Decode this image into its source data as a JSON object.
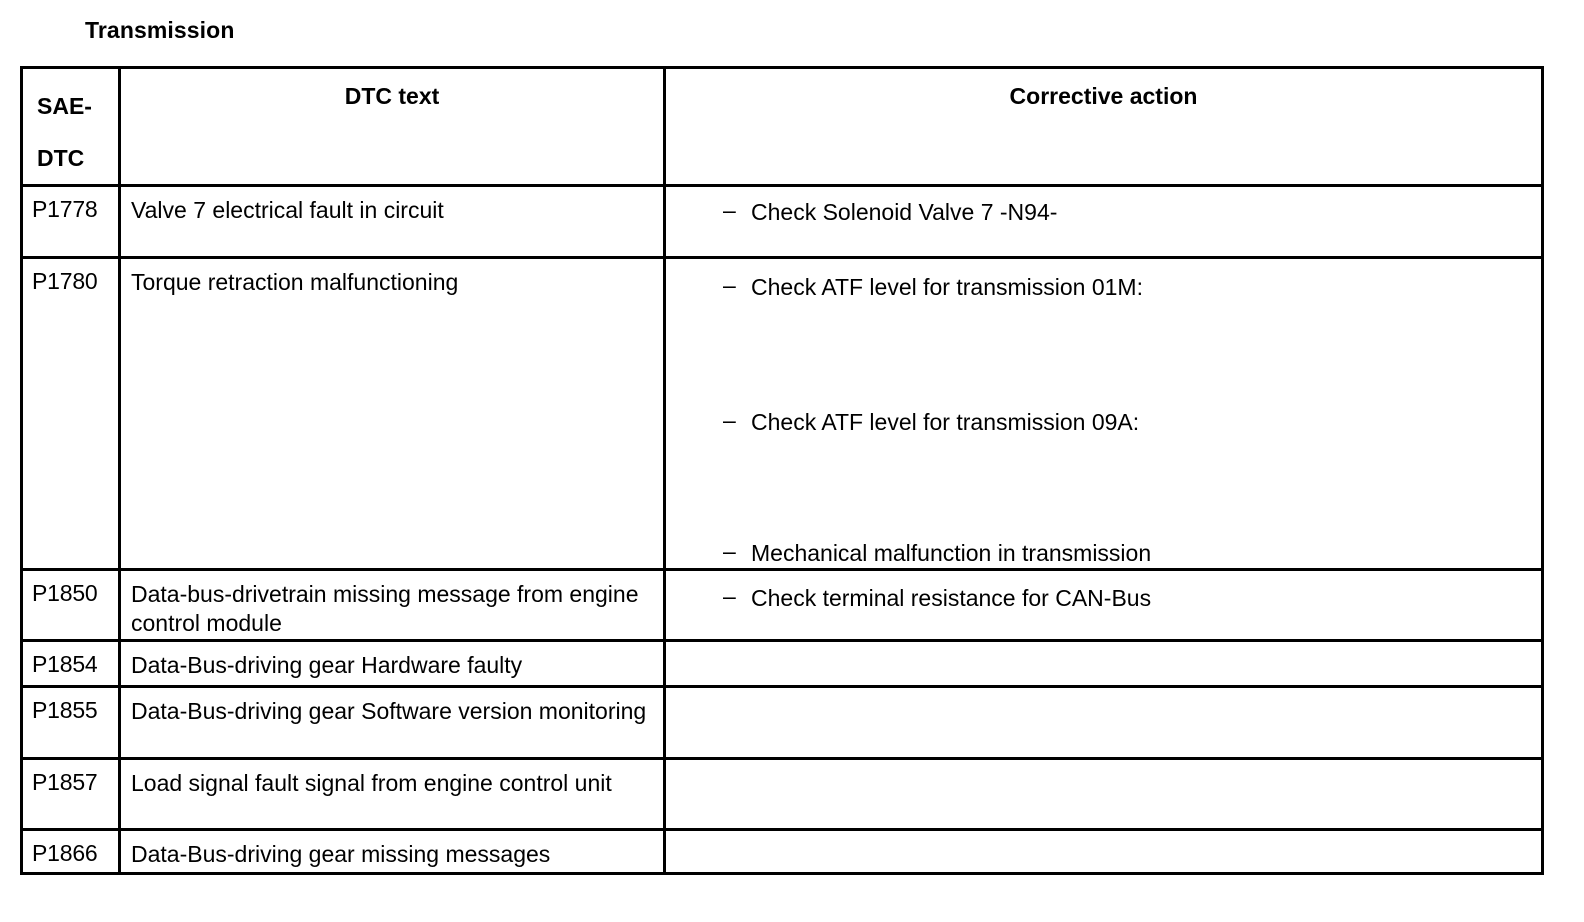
{
  "document": {
    "section_title": "Transmission"
  },
  "table": {
    "columns": [
      {
        "id": "sae_dtc",
        "label_line1": "SAE-",
        "label_line2": "DTC"
      },
      {
        "id": "dtc_text",
        "label": "DTC text"
      },
      {
        "id": "corrective_action",
        "label": "Corrective action"
      }
    ],
    "bullet_glyph": "–",
    "rows": [
      {
        "code": "P1778",
        "dtc_text": "Valve 7 electrical fault in circuit",
        "corrective_actions": [
          "Check Solenoid Valve 7 -N94-"
        ]
      },
      {
        "code": "P1780",
        "dtc_text": "Torque retraction malfunctioning",
        "corrective_actions": [
          "Check ATF level for transmission 01M:",
          "Check ATF level for transmission 09A:",
          "Mechanical malfunction in transmission"
        ]
      },
      {
        "code": "P1850",
        "dtc_text": "Data-bus-drivetrain missing message from engine control module",
        "corrective_actions": [
          "Check terminal resistance for CAN-Bus"
        ]
      },
      {
        "code": "P1854",
        "dtc_text": "Data-Bus-driving gear Hardware faulty",
        "corrective_actions": []
      },
      {
        "code": "P1855",
        "dtc_text": "Data-Bus-driving gear Software version monitoring",
        "corrective_actions": []
      },
      {
        "code": "P1857",
        "dtc_text": "Load signal fault signal from engine control unit",
        "corrective_actions": []
      },
      {
        "code": "P1866",
        "dtc_text": "Data-Bus-driving gear missing messages",
        "corrective_actions": []
      }
    ]
  }
}
